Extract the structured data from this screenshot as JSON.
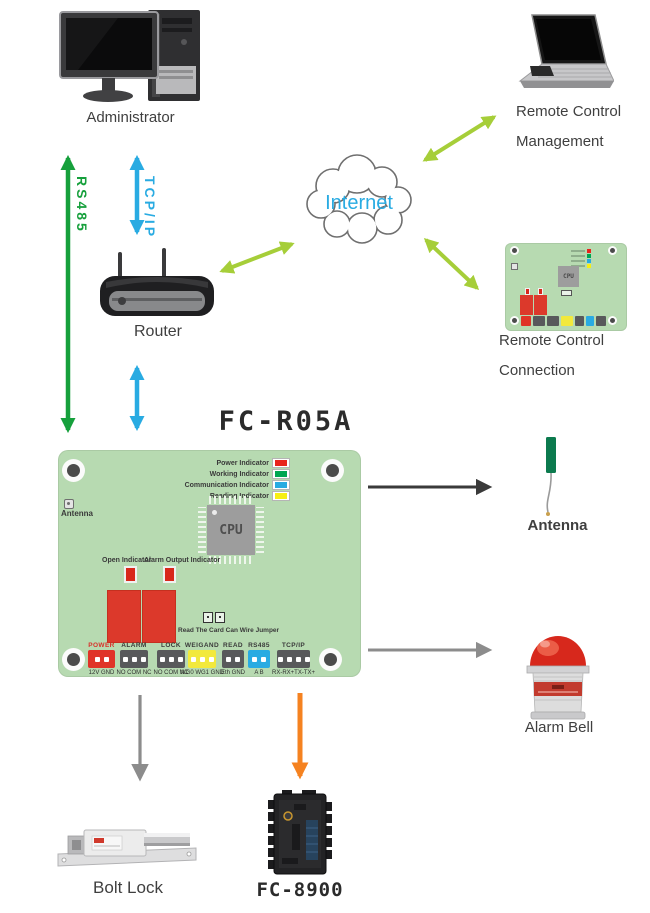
{
  "title": "FC-R05A",
  "colors": {
    "rs485_arrow": "#16a03c",
    "tcp_ip_arrow": "#29abe2",
    "internet_link_arrow": "#a6ce39",
    "antenna_arrow": "#3a3a3a",
    "alarm_arrow": "#8c8c8c",
    "bolt_lock_arrow": "#8c8c8c",
    "fc8900_arrow": "#f58220",
    "pcb_green": "#b7dab1",
    "relay_red": "#dc392b",
    "internet_text": "#29abe2"
  },
  "nodes": {
    "administrator": {
      "label": "Administrator"
    },
    "remote_management": {
      "line1": "Remote Control",
      "line2": "Management"
    },
    "internet": {
      "label": "Internet"
    },
    "router": {
      "label": "Router"
    },
    "remote_connection": {
      "line1": "Remote Control",
      "line2": "Connection"
    },
    "antenna": {
      "label": "Antenna"
    },
    "alarm_bell": {
      "label": "Alarm Bell"
    },
    "bolt_lock": {
      "label": "Bolt Lock"
    },
    "fc8900": {
      "label": "FC-8900"
    }
  },
  "links": {
    "rs485": {
      "label": "RS485",
      "color": "#16a03c"
    },
    "tcp_ip": {
      "label": "TCP/IP",
      "color": "#29abe2"
    }
  },
  "board": {
    "antenna_label": "Antenna",
    "cpu_label": "CPU",
    "indicators": [
      {
        "label": "Power Indicator",
        "color": "#e8241d"
      },
      {
        "label": "Working Indicator",
        "color": "#00a651"
      },
      {
        "label": "Communication Indicator",
        "color": "#29abe2"
      },
      {
        "label": "Reading Indicator",
        "color": "#f7ef13"
      }
    ],
    "open_indicator": "Open Indicator",
    "alarm_output_indicator": "Alarm Output Indicator",
    "jumper_note": "Read The Card Can Wire Jumper",
    "terminals": [
      {
        "name": "POWER",
        "pins": "12V GND",
        "color": "#e03428",
        "pin_count": 2
      },
      {
        "name": "ALARM",
        "pins": "NO COM NC",
        "color": "#58595b",
        "pin_count": 3
      },
      {
        "name": "LOCK",
        "pins": "NO COM NC",
        "color": "#58595b",
        "pin_count": 3
      },
      {
        "name": "WEIGAND",
        "pins": "WG0 WG1 GND",
        "color": "#f2e93c",
        "pin_count": 3
      },
      {
        "name": "READ",
        "pins": "Eth GND",
        "color": "#58595b",
        "pin_count": 2
      },
      {
        "name": "RS485",
        "pins": "A B",
        "color": "#29abe2",
        "pin_count": 2
      },
      {
        "name": "TCP/IP",
        "pins": "RX-RX+TX-TX+",
        "color": "#58595b",
        "pin_count": 4
      }
    ]
  },
  "mini_board": {
    "cpu_label": "CPU"
  }
}
